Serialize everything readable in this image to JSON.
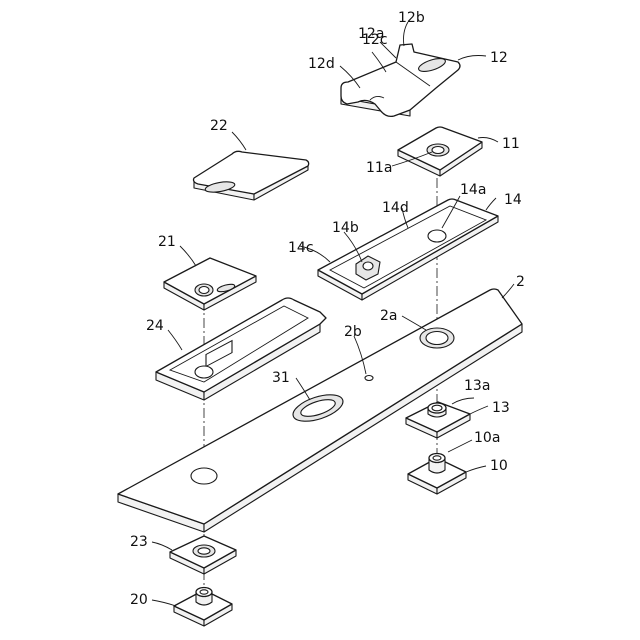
{
  "labels": {
    "l2": "2",
    "l2a": "2a",
    "l2b": "2b",
    "l10": "10",
    "l10a": "10a",
    "l11": "11",
    "l11a": "11a",
    "l12": "12",
    "l12a": "12a",
    "l12b": "12b",
    "l12c": "12c",
    "l12d": "12d",
    "l13": "13",
    "l13a": "13a",
    "l14": "14",
    "l14a": "14a",
    "l14b": "14b",
    "l14c": "14c",
    "l14d": "14d",
    "l20": "20",
    "l21": "21",
    "l22": "22",
    "l23": "23",
    "l24": "24",
    "l31": "31"
  }
}
